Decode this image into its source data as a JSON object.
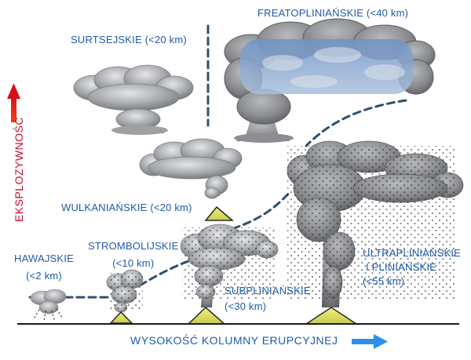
{
  "y_axis_label": "EKSPLOZYWNOŚĆ",
  "x_axis_label": "WYSOKOŚĆ KOLUMNY ERUPCYJNEJ",
  "eruption_types": {
    "hawaiian": {
      "name": "HAWAJSKIE",
      "height": "(<2 km)"
    },
    "strombolian": {
      "name": "STROMBOLIJSKIE",
      "height": "(<10 km)"
    },
    "vulcanian": {
      "name": "WULKANIAŃSKIE (<20 km)"
    },
    "surtseyan": {
      "name": "SURTSEJSKIE (<20 km)"
    },
    "subplinian": {
      "name": "SUBPLINIAŃSKIE",
      "height": "(<30 km)"
    },
    "ultraplinian": {
      "name_line1": "ULTRAPLINIAŃSKIE",
      "name_line2": "I PLINIAŃSKIE",
      "height": "(<55 km)"
    },
    "phreatoplinian": {
      "name": "FREATOPLINIAŃSKIE (<40 km)"
    }
  },
  "colors": {
    "label_blue": "#1e5aa8",
    "axis_red": "#e8301c",
    "axis_blue_arrow": "#2f8fe8",
    "cone_yellow": "#e6e86a",
    "cloud_gray": "#9a9ca0",
    "dashed_line": "#2f4f6f",
    "sky_blue": "#5d86bf"
  }
}
